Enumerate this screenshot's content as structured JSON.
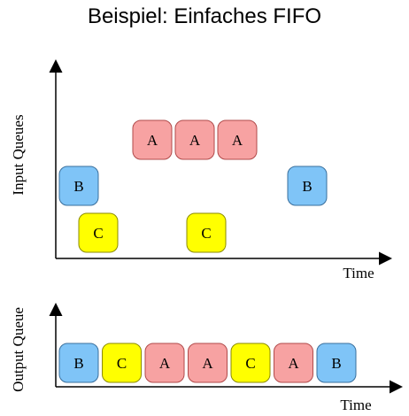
{
  "title": "Beispiel: Einfaches FIFO",
  "colors": {
    "A": {
      "fill": "#f7a2a2",
      "stroke": "#b04a4a"
    },
    "B": {
      "fill": "#7fc4f7",
      "stroke": "#3a6f9c"
    },
    "C": {
      "fill": "#ffff00",
      "stroke": "#8a8a00"
    }
  },
  "input_panel": {
    "ylabel": "Input Queues",
    "xlabel": "Time",
    "blocks": [
      {
        "label": "A",
        "type": "A"
      },
      {
        "label": "A",
        "type": "A"
      },
      {
        "label": "A",
        "type": "A"
      },
      {
        "label": "B",
        "type": "B"
      },
      {
        "label": "B",
        "type": "B"
      },
      {
        "label": "C",
        "type": "C"
      },
      {
        "label": "C",
        "type": "C"
      }
    ]
  },
  "output_panel": {
    "ylabel": "Output Queue",
    "xlabel": "Time",
    "blocks": [
      {
        "label": "B",
        "type": "B"
      },
      {
        "label": "C",
        "type": "C"
      },
      {
        "label": "A",
        "type": "A"
      },
      {
        "label": "A",
        "type": "A"
      },
      {
        "label": "C",
        "type": "C"
      },
      {
        "label": "A",
        "type": "A"
      },
      {
        "label": "B",
        "type": "B"
      }
    ]
  }
}
